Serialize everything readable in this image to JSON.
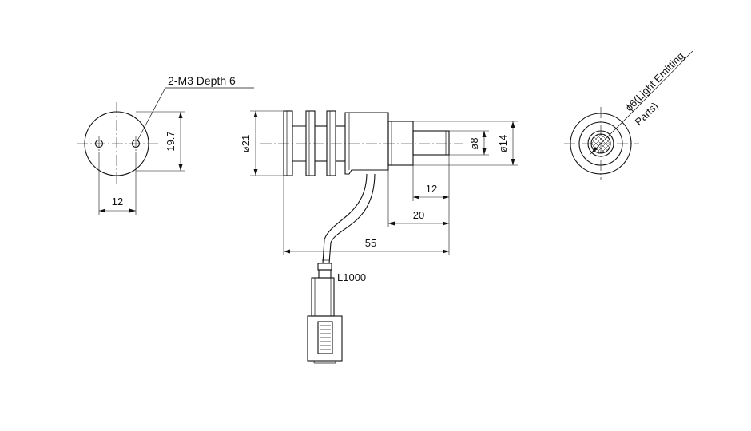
{
  "labels": {
    "thread_note": "2-M3 Depth 6",
    "dim_19_7": "19.7",
    "dim_12_left": "12",
    "dim_d21": "ø21",
    "dim_d8": "ø8",
    "dim_d14": "ø14",
    "dim_12_mid": "12",
    "dim_20": "20",
    "dim_55": "55",
    "cable_length": "L1000",
    "emitting_line1": "ϕ6(Light Emitting",
    "emitting_line2": "Parts)"
  },
  "colors": {
    "line": "#111111",
    "background": "#ffffff"
  }
}
